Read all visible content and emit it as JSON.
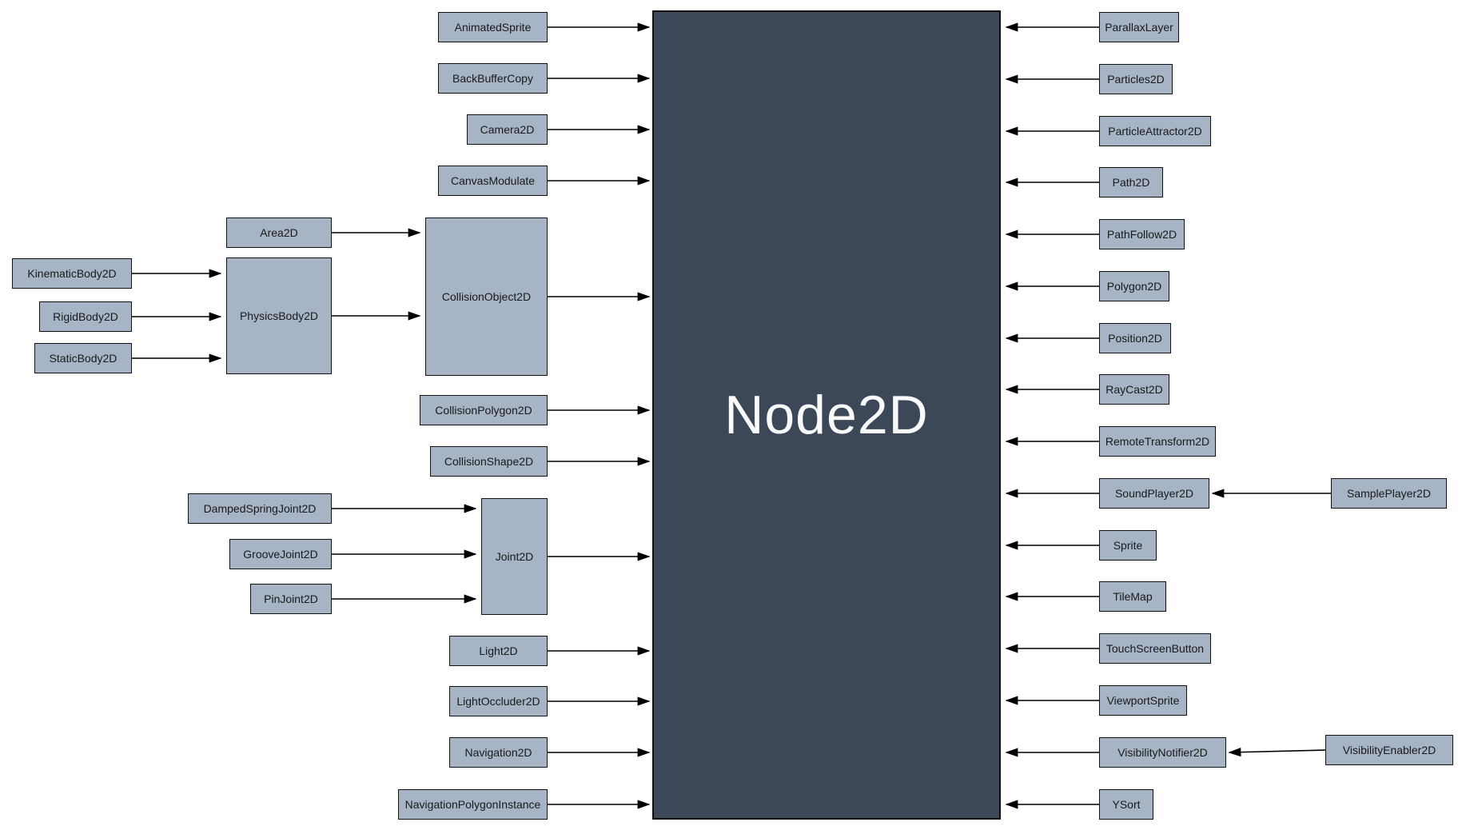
{
  "diagram": {
    "title": "Node2D",
    "nodes": {
      "animatedsprite": "AnimatedSprite",
      "backbuffercopy": "BackBufferCopy",
      "camera2d": "Camera2D",
      "canvasmodulate": "CanvasModulate",
      "area2d": "Area2D",
      "kinematicbody2d": "KinematicBody2D",
      "rigidbody2d": "RigidBody2D",
      "staticbody2d": "StaticBody2D",
      "physicsbody2d": "PhysicsBody2D",
      "collisionobject2d": "CollisionObject2D",
      "collisionpolygon2d": "CollisionPolygon2D",
      "collisionshape2d": "CollisionShape2D",
      "dampedspringjoint2d": "DampedSpringJoint2D",
      "groovejoint2d": "GrooveJoint2D",
      "pinjoint2d": "PinJoint2D",
      "joint2d": "Joint2D",
      "light2d": "Light2D",
      "lightoccluder2d": "LightOccluder2D",
      "navigation2d": "Navigation2D",
      "navigationpolygoninstance": "NavigationPolygonInstance",
      "parallaxlayer": "ParallaxLayer",
      "particles2d": "Particles2D",
      "particleattractor2d": "ParticleAttractor2D",
      "path2d": "Path2D",
      "pathfollow2d": "PathFollow2D",
      "polygon2d": "Polygon2D",
      "position2d": "Position2D",
      "raycast2d": "RayCast2D",
      "remotetransform2d": "RemoteTransform2D",
      "soundplayer2d": "SoundPlayer2D",
      "sampleplayer2d": "SamplePlayer2D",
      "sprite": "Sprite",
      "tilemap": "TileMap",
      "touchscreenbutton": "TouchScreenButton",
      "viewportsprite": "ViewportSprite",
      "visibilitynotifier2d": "VisibilityNotifier2D",
      "visibilityenabler2d": "VisibilityEnabler2D",
      "ysort": "YSort"
    },
    "edges": [
      {
        "from": "AnimatedSprite",
        "to": "Node2D"
      },
      {
        "from": "BackBufferCopy",
        "to": "Node2D"
      },
      {
        "from": "Camera2D",
        "to": "Node2D"
      },
      {
        "from": "CanvasModulate",
        "to": "Node2D"
      },
      {
        "from": "CollisionObject2D",
        "to": "Node2D"
      },
      {
        "from": "CollisionPolygon2D",
        "to": "Node2D"
      },
      {
        "from": "CollisionShape2D",
        "to": "Node2D"
      },
      {
        "from": "Joint2D",
        "to": "Node2D"
      },
      {
        "from": "Light2D",
        "to": "Node2D"
      },
      {
        "from": "LightOccluder2D",
        "to": "Node2D"
      },
      {
        "from": "Navigation2D",
        "to": "Node2D"
      },
      {
        "from": "NavigationPolygonInstance",
        "to": "Node2D"
      },
      {
        "from": "KinematicBody2D",
        "to": "PhysicsBody2D"
      },
      {
        "from": "RigidBody2D",
        "to": "PhysicsBody2D"
      },
      {
        "from": "StaticBody2D",
        "to": "PhysicsBody2D"
      },
      {
        "from": "Area2D",
        "to": "CollisionObject2D"
      },
      {
        "from": "PhysicsBody2D",
        "to": "CollisionObject2D"
      },
      {
        "from": "DampedSpringJoint2D",
        "to": "Joint2D"
      },
      {
        "from": "GrooveJoint2D",
        "to": "Joint2D"
      },
      {
        "from": "PinJoint2D",
        "to": "Joint2D"
      },
      {
        "from": "ParallaxLayer",
        "to": "Node2D"
      },
      {
        "from": "Particles2D",
        "to": "Node2D"
      },
      {
        "from": "ParticleAttractor2D",
        "to": "Node2D"
      },
      {
        "from": "Path2D",
        "to": "Node2D"
      },
      {
        "from": "PathFollow2D",
        "to": "Node2D"
      },
      {
        "from": "Polygon2D",
        "to": "Node2D"
      },
      {
        "from": "Position2D",
        "to": "Node2D"
      },
      {
        "from": "RayCast2D",
        "to": "Node2D"
      },
      {
        "from": "RemoteTransform2D",
        "to": "Node2D"
      },
      {
        "from": "SoundPlayer2D",
        "to": "Node2D"
      },
      {
        "from": "Sprite",
        "to": "Node2D"
      },
      {
        "from": "TileMap",
        "to": "Node2D"
      },
      {
        "from": "TouchScreenButton",
        "to": "Node2D"
      },
      {
        "from": "ViewportSprite",
        "to": "Node2D"
      },
      {
        "from": "VisibilityNotifier2D",
        "to": "Node2D"
      },
      {
        "from": "YSort",
        "to": "Node2D"
      },
      {
        "from": "SamplePlayer2D",
        "to": "SoundPlayer2D"
      },
      {
        "from": "VisibilityEnabler2D",
        "to": "VisibilityNotifier2D"
      }
    ],
    "colors": {
      "background": "#ffffff",
      "node_fill": "#a6b4c5",
      "node_border": "#111111",
      "center_fill": "#3c4758",
      "center_text": "#fafafa",
      "arrow": "#000000"
    }
  }
}
